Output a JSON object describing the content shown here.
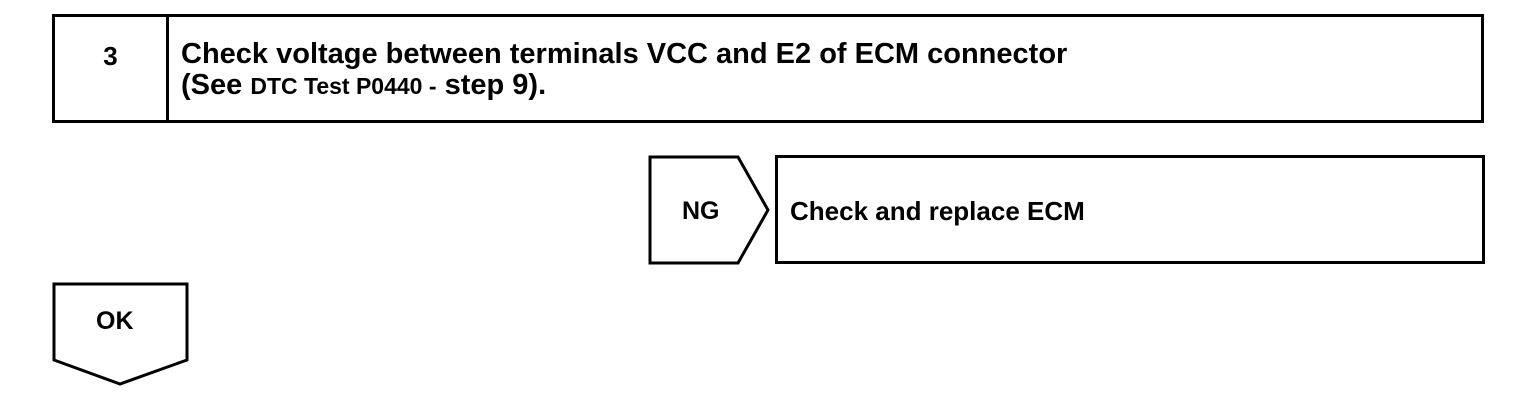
{
  "step": {
    "number": "3",
    "title": "Check voltage between terminals VCC and E2 of ECM connector",
    "ref_open": "(See",
    "ref_link": "DTC Test P0440 -",
    "ref_close": "step 9)."
  },
  "ng_branch": {
    "label": "NG",
    "action": "Check and replace ECM"
  },
  "ok_branch": {
    "label": "OK"
  }
}
